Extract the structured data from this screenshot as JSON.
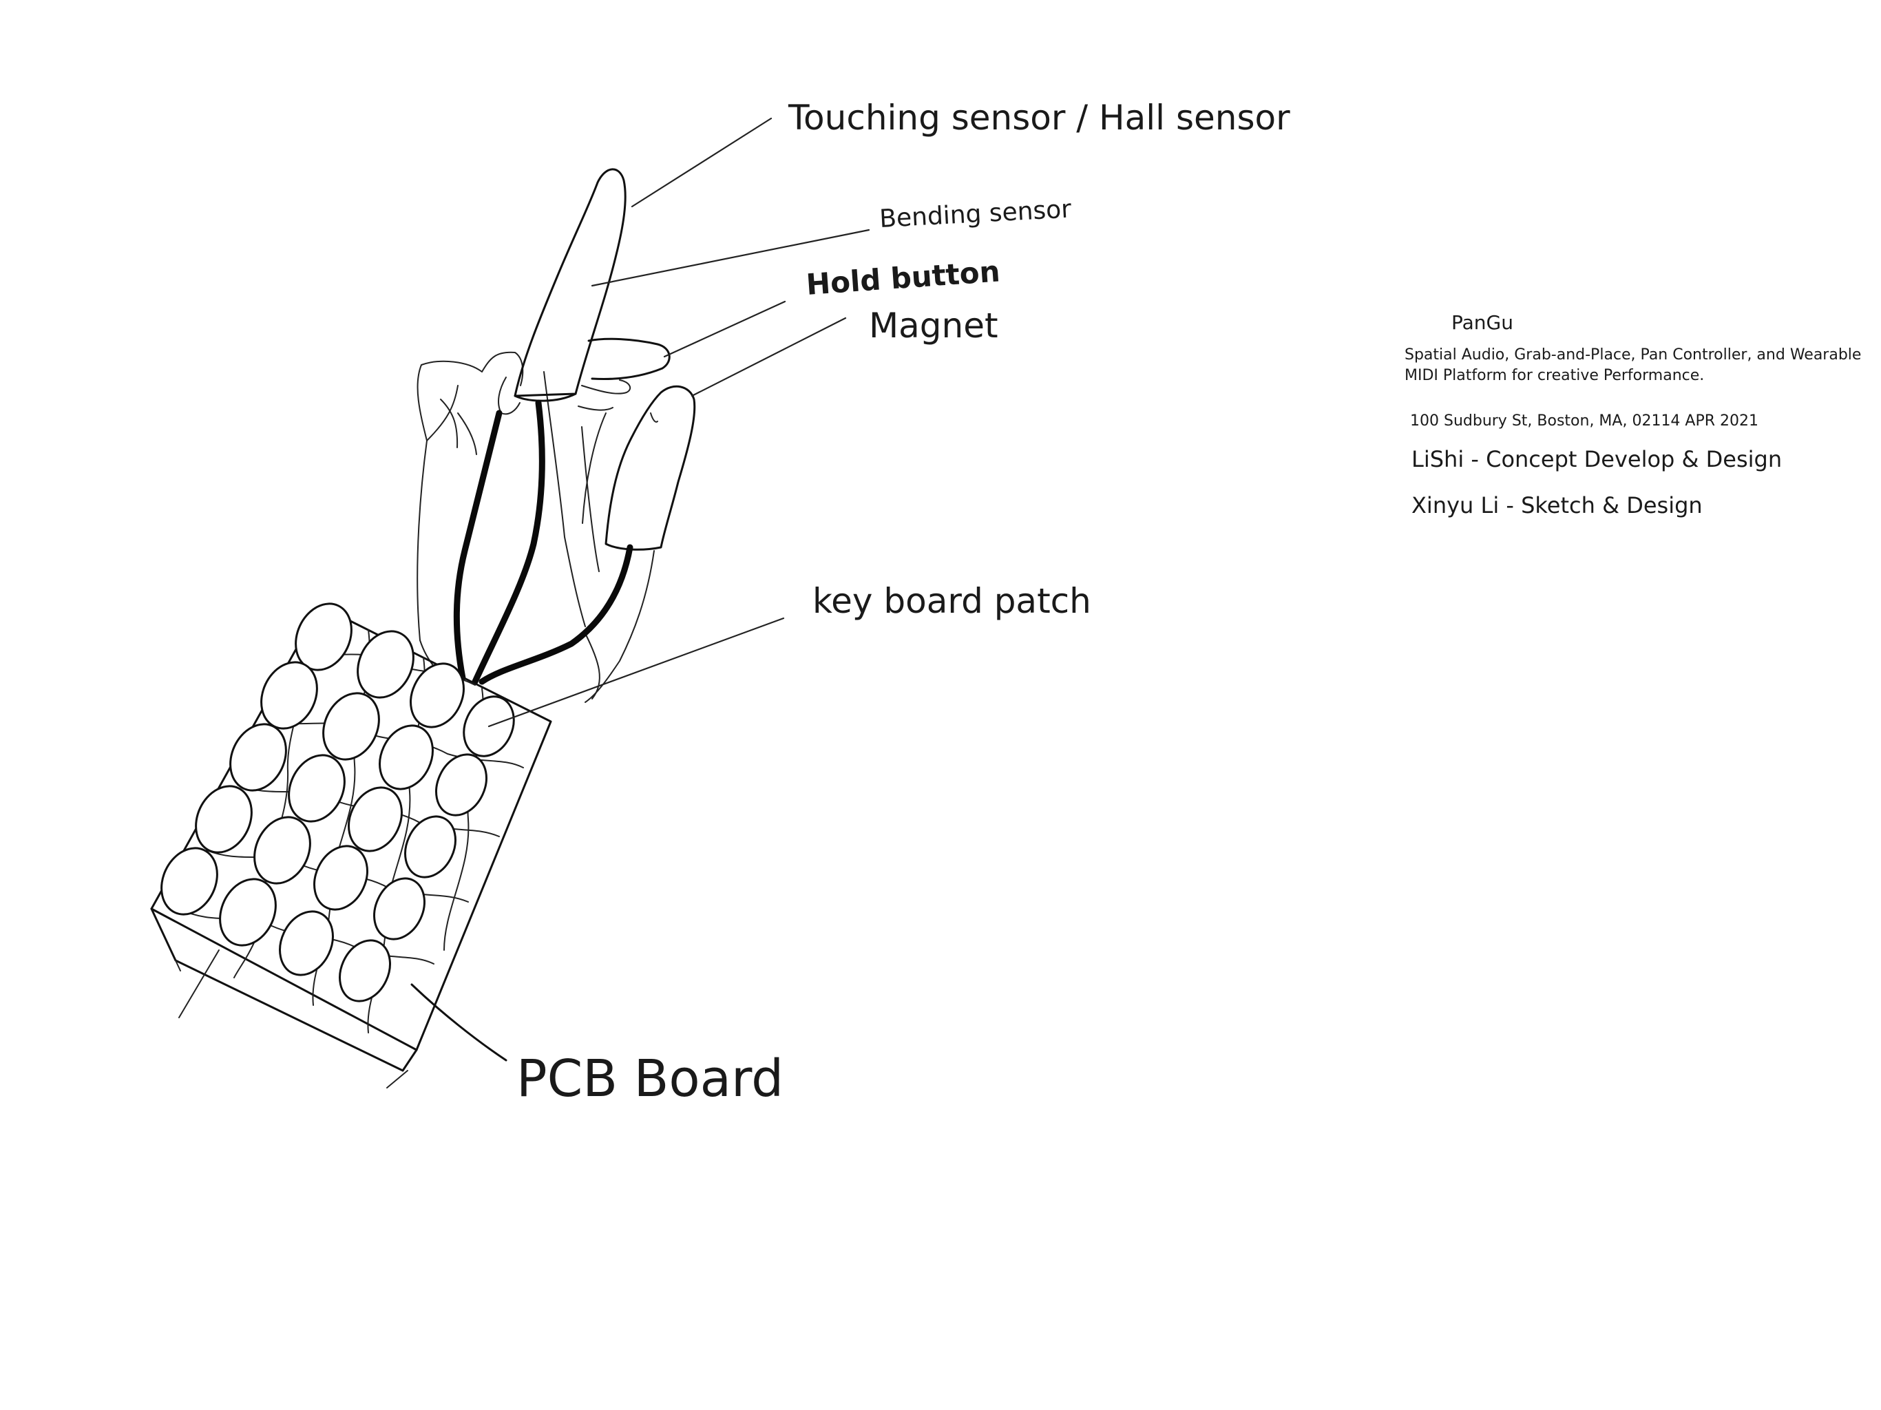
{
  "labels": {
    "touch_sensor": "Touching sensor / Hall sensor",
    "bending_sensor": "Bending sensor",
    "hold_button": "Hold button",
    "magnet": "Magnet",
    "keyboard_patch": "key board patch",
    "pcb_board": "PCB Board"
  },
  "notes": {
    "title": "PanGu",
    "description_line1": "Spatial Audio, Grab-and-Place, Pan Controller, and Wearable",
    "description_line2": "MIDI Platform for creative Performance.",
    "address": "100 Sudbury St, Boston, MA, 02114   APR 2021",
    "credit1": "LiShi - Concept Develop & Design",
    "credit2": "Xinyu Li - Sketch & Design"
  }
}
